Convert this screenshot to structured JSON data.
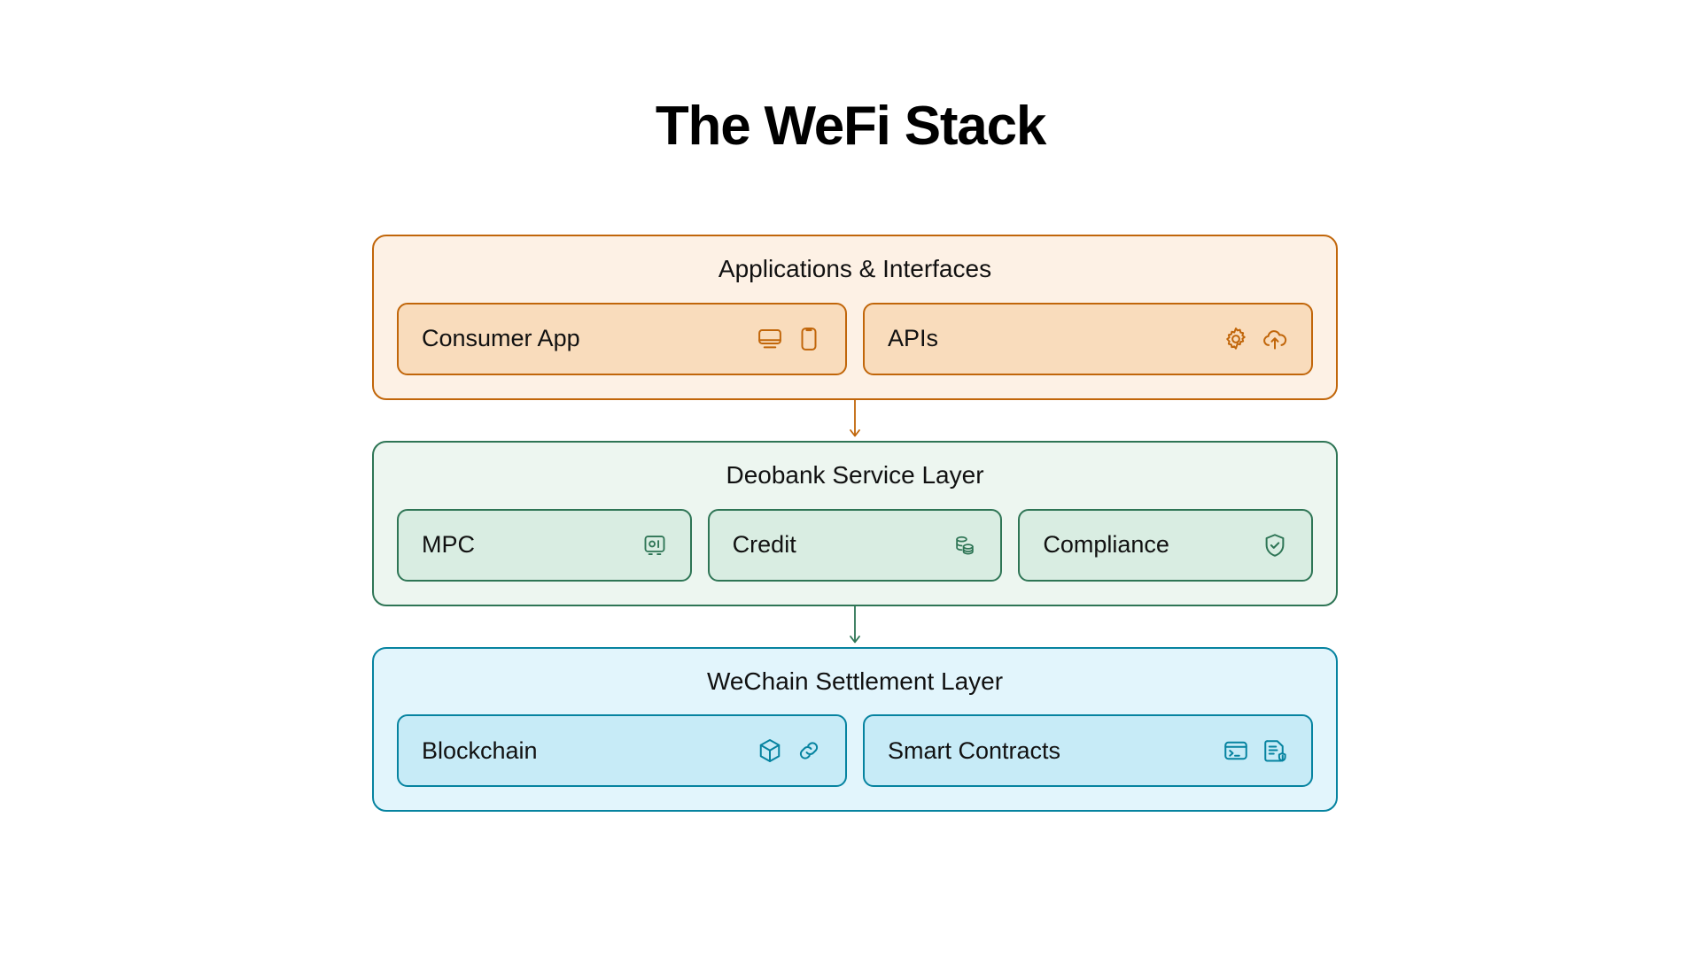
{
  "page": {
    "title": "The WeFi Stack",
    "background": "#FFFFFF"
  },
  "theme": {
    "orange_border": "#C1660A",
    "orange_layer_bg": "#FDF1E5",
    "orange_card_bg": "#F9DCBC",
    "green_border": "#2E7555",
    "green_layer_bg": "#EDF6F0",
    "green_card_bg": "#D9EDE2",
    "blue_border": "#0683A0",
    "blue_layer_bg": "#E2F5FC",
    "blue_card_bg": "#C7EBF7",
    "text_color": "#111111"
  },
  "chart_data": {
    "type": "diagram",
    "title": "The WeFi Stack",
    "layout": "vertical-stack-top-to-bottom",
    "layers": [
      {
        "name": "Applications & Interfaces",
        "color": "orange",
        "cards": [
          {
            "label": "Consumer App",
            "icons": [
              "monitor-icon",
              "smartphone-icon"
            ]
          },
          {
            "label": "APIs",
            "icons": [
              "gear-icon",
              "cloud-upload-icon"
            ]
          }
        ]
      },
      {
        "name": "Deobank Service Layer",
        "color": "green",
        "cards": [
          {
            "label": "MPC",
            "icons": [
              "vault-icon"
            ]
          },
          {
            "label": "Credit",
            "icons": [
              "coins-icon"
            ]
          },
          {
            "label": "Compliance",
            "icons": [
              "shield-check-icon"
            ]
          }
        ]
      },
      {
        "name": "WeChain Settlement Layer",
        "color": "blue",
        "cards": [
          {
            "label": "Blockchain",
            "icons": [
              "cube-icon",
              "link-icon"
            ]
          },
          {
            "label": "Smart Contracts",
            "icons": [
              "terminal-icon",
              "document-shield-icon"
            ]
          }
        ]
      }
    ],
    "connectors": [
      {
        "from": "Applications & Interfaces",
        "to": "Deobank Service Layer",
        "style": "arrow-down",
        "color": "#C1660A"
      },
      {
        "from": "Deobank Service Layer",
        "to": "WeChain Settlement Layer",
        "style": "arrow-down",
        "color": "#2E7555"
      }
    ]
  },
  "layer1": {
    "title": "Applications & Interfaces",
    "card1": {
      "label": "Consumer App"
    },
    "card2": {
      "label": "APIs"
    }
  },
  "layer2": {
    "title": "Deobank Service Layer",
    "card1": {
      "label": "MPC"
    },
    "card2": {
      "label": "Credit"
    },
    "card3": {
      "label": "Compliance"
    }
  },
  "layer3": {
    "title": "WeChain Settlement Layer",
    "card1": {
      "label": "Blockchain"
    },
    "card2": {
      "label": "Smart Contracts"
    }
  }
}
